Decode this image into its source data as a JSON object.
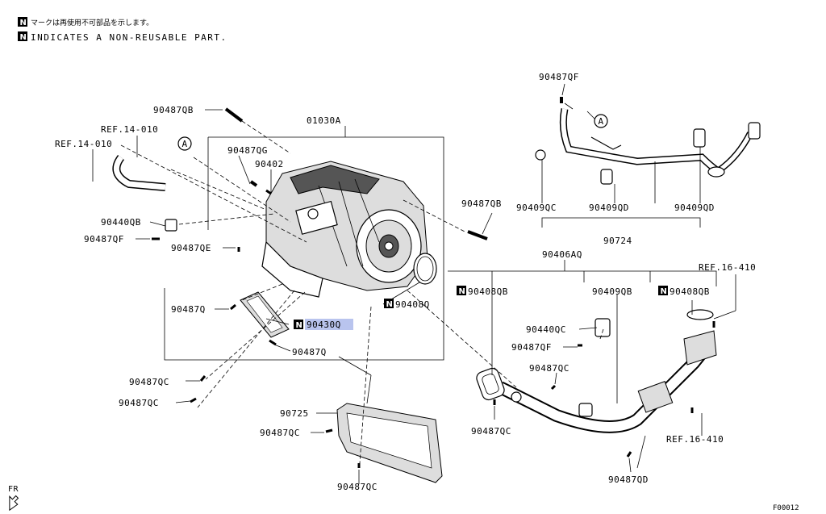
{
  "header": {
    "line_jp": "マークは再使用不可部品を示します。",
    "line_en": "INDICATES A NON-REUSABLE PART.",
    "marker": "N"
  },
  "callout_a": "A",
  "footer": {
    "fr_label": "FR",
    "code": "F00012"
  },
  "labels": {
    "l_90487QB_top": "90487QB",
    "l_01030A": "01030A",
    "l_ref14010_a": "REF.14-010",
    "l_ref14010_b": "REF.14-010",
    "l_90487QG": "90487QG",
    "l_90402": "90402",
    "l_90440QB": "90440QB",
    "l_90487QF_left": "90487QF",
    "l_90487QE": "90487QE",
    "l_90487Q_a": "90487Q",
    "l_90430Q": "90430Q",
    "l_90487Q_b": "90487Q",
    "l_90408Q": "90408Q",
    "l_90487QC_a": "90487QC",
    "l_90487QC_b": "90487QC",
    "l_90725": "90725",
    "l_90487QC_c": "90487QC",
    "l_90487QC_d": "90487QC",
    "l_90487QF_top": "90487QF",
    "l_90409QC": "90409QC",
    "l_90409QD_a": "90409QD",
    "l_90409QD_b": "90409QD",
    "l_90724": "90724",
    "l_90487QB_right": "90487QB",
    "l_90406AQ": "90406AQ",
    "l_ref16410_a": "REF.16-410",
    "l_90408QB_a": "90408QB",
    "l_90409QB": "90409QB",
    "l_90408QB_b": "90408QB",
    "l_90440QC": "90440QC",
    "l_90487QF_mid": "90487QF",
    "l_90487QC_e": "90487QC",
    "l_90487QC_f": "90487QC",
    "l_ref16410_b": "REF.16-410",
    "l_90487QD": "90487QD"
  }
}
